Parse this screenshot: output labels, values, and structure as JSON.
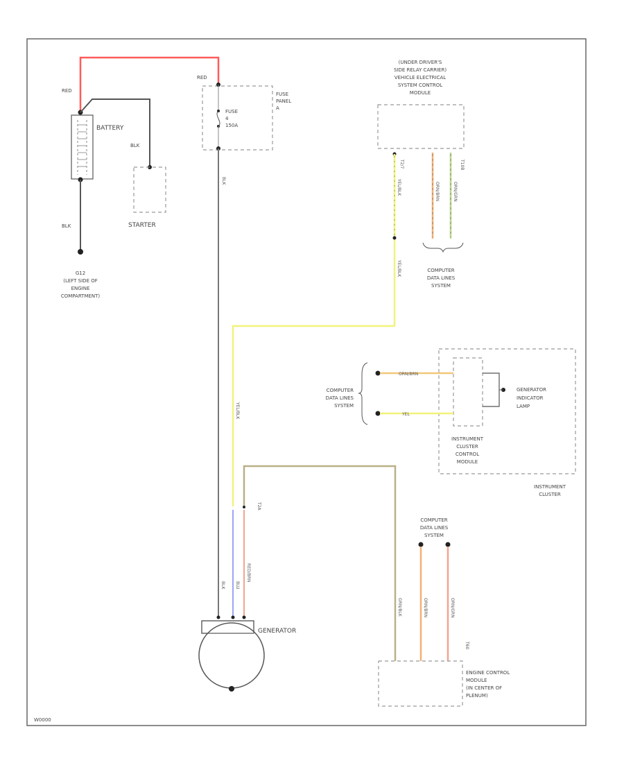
{
  "diagram": {
    "figure_id": "W0000",
    "battery_positive_wire": "RED",
    "fuse_panel_feed_wire": "RED",
    "battery_label": "BATTERY",
    "battery_ground_wire": "BLK",
    "starter_wire": "BLK",
    "starter_label": "STARTER",
    "ground_label": [
      "G12",
      "(LEFT SIDE OF",
      "ENGINE",
      "COMPARTMENT)"
    ],
    "fuse_panel_label": [
      "FUSE",
      "PANEL",
      "A"
    ],
    "fuse_label": [
      "FUSE",
      "4",
      "150A"
    ],
    "fuse_out_wire": "BLK",
    "relay_carrier_label": [
      "(UNDER DRIVER'S",
      "SIDE RELAY CARRIER)",
      "VEHICLE ELECTRICAL",
      "SYSTEM CONTROL",
      "MODULE"
    ],
    "relay_pin_left": "T2/7",
    "relay_pin_right": "T10B",
    "relay_wire_1": "YEL/BLK",
    "relay_wire_2": "ORN/BRN",
    "relay_wire_3": "ORN/GRN",
    "relay_data_lines_label": [
      "COMPUTER",
      "DATA LINES",
      "SYSTEM"
    ],
    "yellow_trunk_wire": "YEL/BLK",
    "cluster_data_lines_label": [
      "COMPUTER",
      "DATA LINES",
      "SYSTEM"
    ],
    "cluster_wire_1": "ORN/BRN",
    "cluster_wire_2": "YEL",
    "cluster_control_label": [
      "INSTRUMENT",
      "CLUSTER",
      "CONTROL",
      "MODULE"
    ],
    "indicator_label": [
      "GENERATOR",
      "INDICATOR",
      "LAMP"
    ],
    "instrument_cluster_label": [
      "INSTRUMENT",
      "CLUSTER"
    ],
    "generator_pin": "T2A",
    "generator_wire_blk": "BLK",
    "generator_wire_blu": "BLU",
    "generator_wire_red": "RED/BRN",
    "generator_label": "GENERATOR",
    "ecm_data_lines_label": [
      "COMPUTER",
      "DATA LINES",
      "SYSTEM"
    ],
    "ecm_wire_1": "GRN/BLK",
    "ecm_wire_2": "ORN/BRN",
    "ecm_wire_3": "ORN/GRN",
    "ecm_pin": "T60",
    "ecm_label": [
      "ENGINE CONTROL",
      "MODULE",
      "(IN CENTER OF",
      "PLENUM)"
    ]
  }
}
